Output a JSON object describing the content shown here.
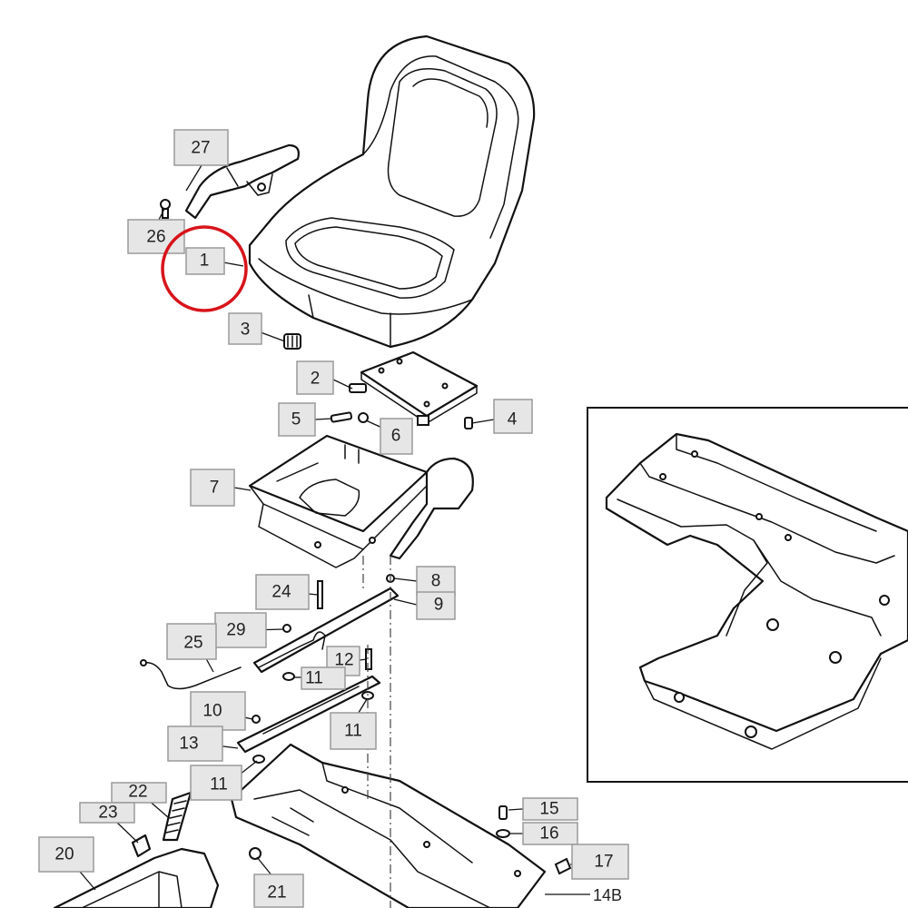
{
  "callouts": {
    "c27": "27",
    "c26": "26",
    "c1": "1",
    "c3": "3",
    "c2": "2",
    "c5": "5",
    "c6": "6",
    "c4": "4",
    "c7": "7",
    "c24": "24",
    "c8": "8",
    "c9": "9",
    "c29": "29",
    "c25": "25",
    "c12": "12",
    "c11a": "11",
    "c11b": "11",
    "c10": "10",
    "c13": "13",
    "c11c": "11",
    "c22": "22",
    "c23": "23",
    "c20": "20",
    "c21": "21",
    "c15": "15",
    "c16": "16",
    "c17": "17",
    "c14b": "14B"
  },
  "highlight": {
    "target": "1",
    "color": "#d8141b"
  },
  "colors": {
    "callout_fill": "#e6e6e6",
    "callout_border": "#9a9a9a",
    "line": "#111111"
  }
}
